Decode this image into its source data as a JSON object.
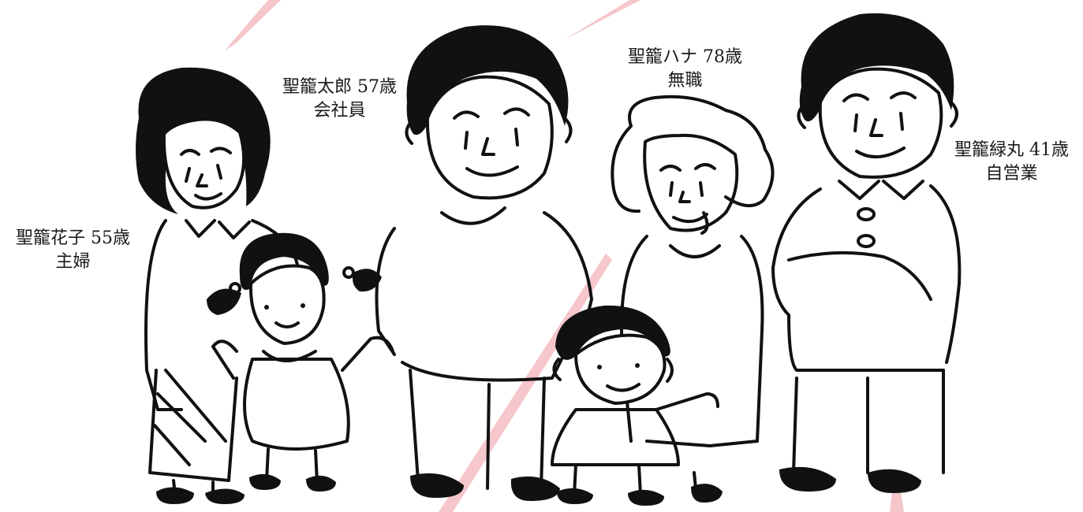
{
  "colors": {
    "line": "#111111",
    "accent": "#f5c6cb",
    "background": "#ffffff"
  },
  "people": [
    {
      "id": "hanako",
      "name": "聖籠花子 55歳",
      "role": "主婦"
    },
    {
      "id": "taro",
      "name": "聖籠太郎 57歳",
      "role": "会社員"
    },
    {
      "id": "hana",
      "name": "聖籠ハナ 78歳",
      "role": "無職"
    },
    {
      "id": "midori",
      "name": "聖籠緑丸 41歳",
      "role": "自営業"
    }
  ]
}
